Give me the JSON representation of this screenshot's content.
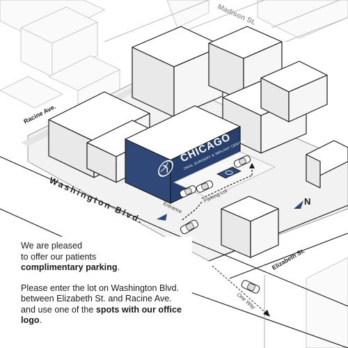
{
  "streets": {
    "madison": "Madison St.",
    "racine": "Racine Ave.",
    "washington": "Washington Blvd.",
    "elizabeth": "Elizabeth St."
  },
  "building": {
    "name": "CHICAGO",
    "subtitle": "ORAL SURGERY & IMPLANT CENTER"
  },
  "labels": {
    "entrance": "Entrance",
    "parking_lot": "Parking Lot",
    "one_way": "One Way",
    "north": "N"
  },
  "info": {
    "p1_pre": "We are pleased",
    "p1_mid": "to offer our patients",
    "p1_bold": "complimentary parking",
    "p1_end": ".",
    "p2_text": "Please enter the lot on Washington Blvd. between Elizabeth St. and Racine Ave. and use one of the ",
    "p2_bold": "spots with our office logo",
    "p2_end": "."
  },
  "colors": {
    "brand": "#2f4878",
    "ink": "#1a1a1a"
  },
  "icons": {
    "north_arrow": "north-arrow-icon",
    "logo": "implant-logo-icon",
    "car": "car-icon",
    "direction_arrow": "direction-arrow-icon"
  }
}
